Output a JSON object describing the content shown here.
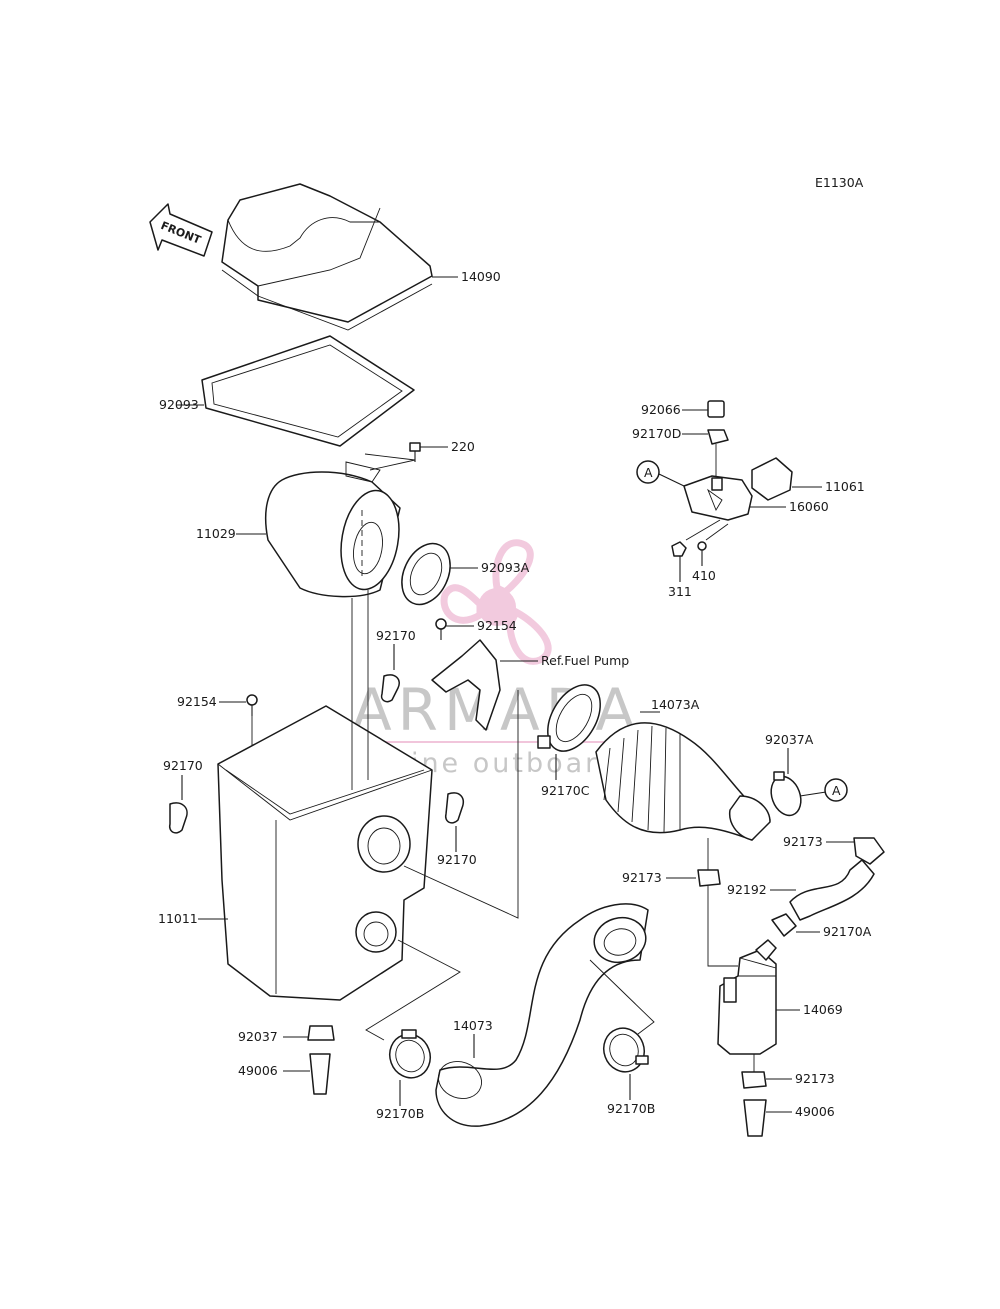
{
  "diagram_code": "E1130A",
  "front_label": "FRONT",
  "ref_label": "Ref.Fuel Pump",
  "circle_ref": "A",
  "watermark": {
    "title": "ARMADA",
    "subtitle": "marine outboards",
    "pink": "#e8a0c4"
  },
  "parts": {
    "p14090": "14090",
    "p92093": "92093",
    "p220": "220",
    "p11029": "11029",
    "p92093A": "92093A",
    "p92154a": "92154",
    "p92170a": "92170",
    "p92154b": "92154",
    "p92170b": "92170",
    "p92170c": "92170",
    "p11011": "11011",
    "p92037": "92037",
    "p49006a": "49006",
    "p92170Ba": "92170B",
    "p14073": "14073",
    "p92170Bb": "92170B",
    "p14073A": "14073A",
    "p92170C": "92170C",
    "p92037A": "92037A",
    "p92173a": "92173",
    "p92173b": "92173",
    "p92192": "92192",
    "p92170A": "92170A",
    "p14069": "14069",
    "p92173c": "92173",
    "p49006b": "49006",
    "p92066": "92066",
    "p92170D": "92170D",
    "p11061": "11061",
    "p16060": "16060",
    "p311": "311",
    "p410": "410"
  }
}
